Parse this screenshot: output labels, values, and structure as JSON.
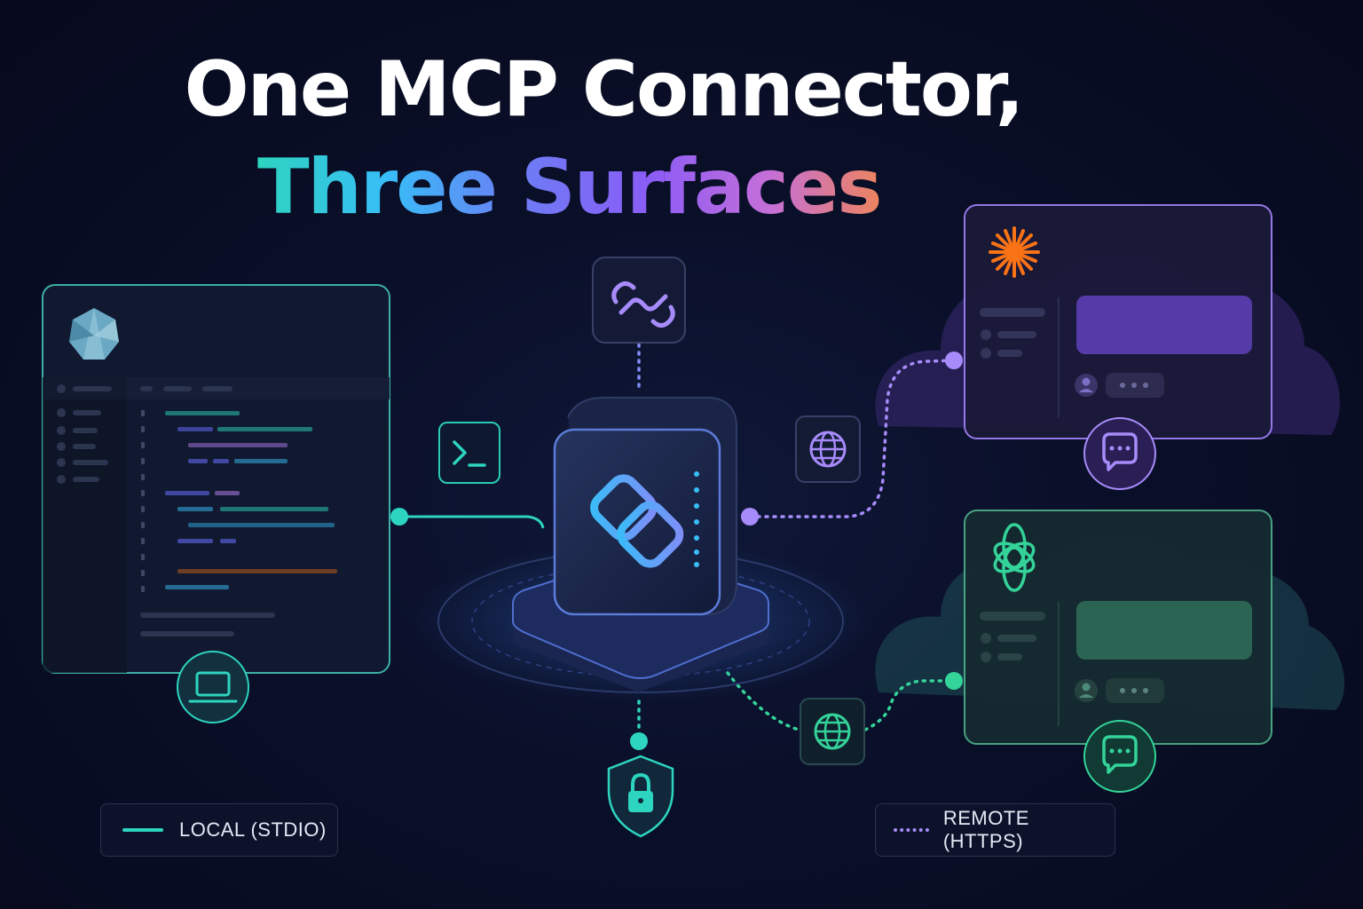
{
  "title": {
    "line1": "One MCP Connector,",
    "line2": "Three Surfaces"
  },
  "legend": {
    "local": "LOCAL (STDIO)",
    "remote": "REMOTE (HTTPS)"
  },
  "colors": {
    "background": "#0a0f28",
    "local_teal": "#2dd4bf",
    "remote_purple": "#a78bfa",
    "remote_green": "#34d399",
    "claude_orange": "#f97316"
  },
  "icons": {
    "surface_local": "obsidian-gem-icon",
    "surface_claude": "claude-sunburst-icon",
    "surface_chatgpt": "openai-knot-icon",
    "device": "laptop-icon",
    "chat": "chat-bubble-icon",
    "transport_local": "terminal-icon",
    "transport_remote": "globe-icon",
    "security": "shield-lock-icon",
    "protocol": "link-icon",
    "connector": "mcp-logo-icon"
  }
}
